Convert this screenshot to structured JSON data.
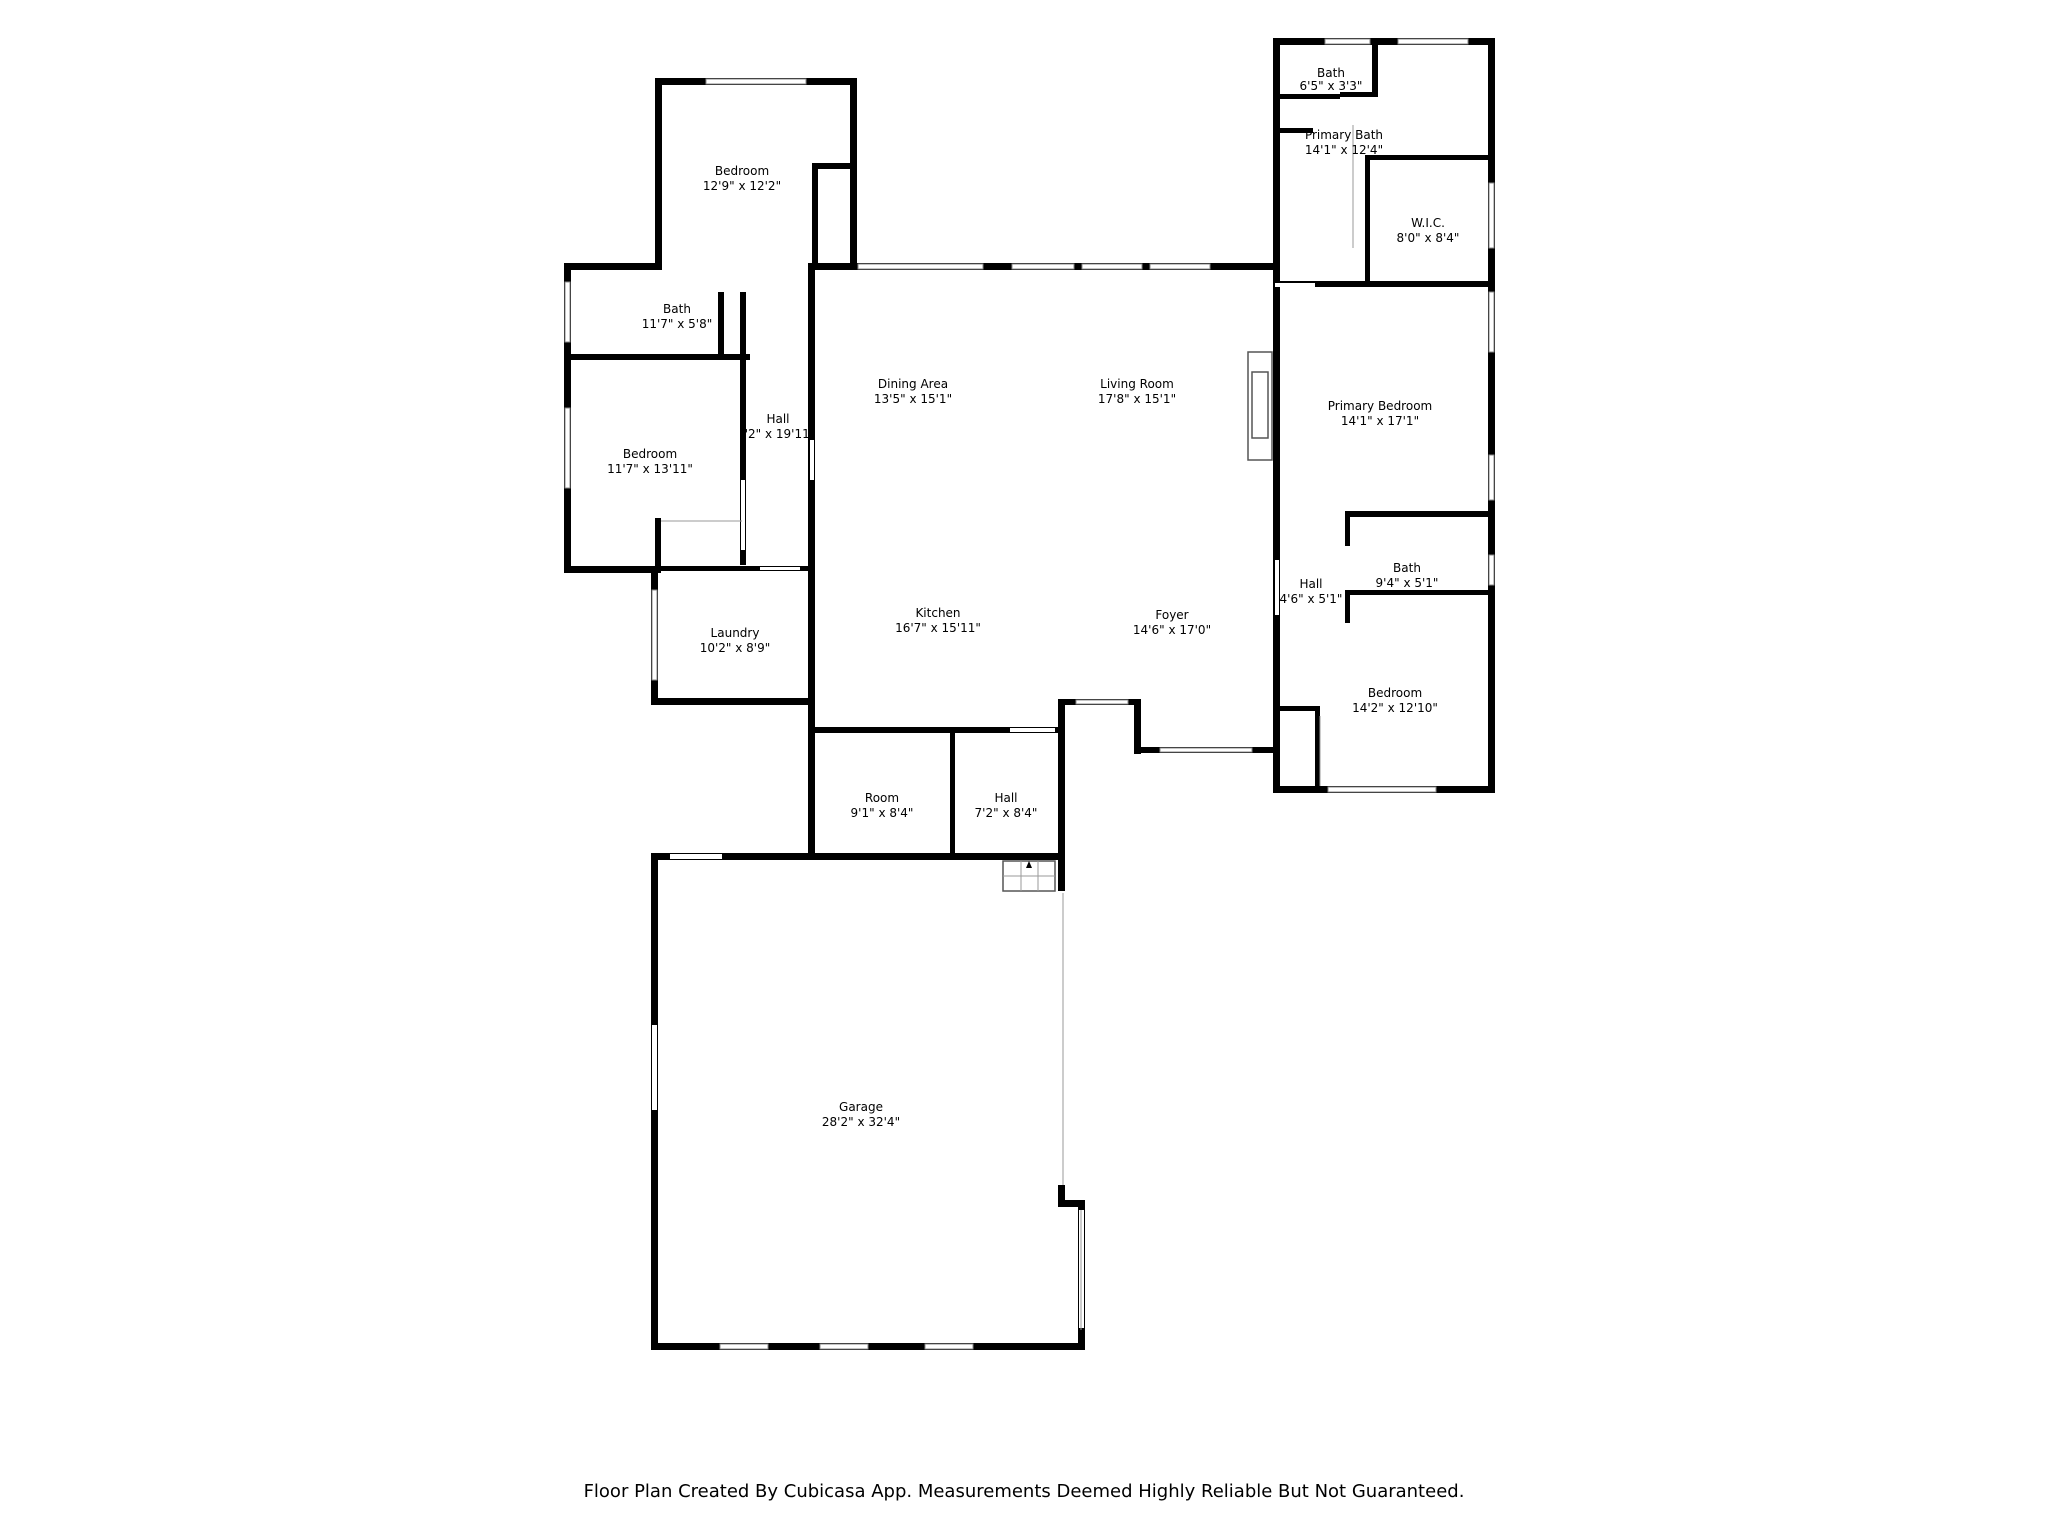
{
  "rooms": [
    {
      "id": "bedroom-nw",
      "name": "Bedroom",
      "dims": "12'9\" x 12'2\""
    },
    {
      "id": "bath-west",
      "name": "Bath",
      "dims": "11'7\" x 5'8\""
    },
    {
      "id": "bedroom-west",
      "name": "Bedroom",
      "dims": "11'7\" x 13'11\""
    },
    {
      "id": "hall-west",
      "name": "Hall",
      "dims": "'2\" x 19'11\""
    },
    {
      "id": "laundry",
      "name": "Laundry",
      "dims": "10'2\" x 8'9\""
    },
    {
      "id": "dining-area",
      "name": "Dining Area",
      "dims": "13'5\" x 15'1\""
    },
    {
      "id": "living-room",
      "name": "Living Room",
      "dims": "17'8\" x 15'1\""
    },
    {
      "id": "kitchen",
      "name": "Kitchen",
      "dims": "16'7\" x 15'11\""
    },
    {
      "id": "foyer",
      "name": "Foyer",
      "dims": "14'6\" x 17'0\""
    },
    {
      "id": "room",
      "name": "Room",
      "dims": "9'1\" x 8'4\""
    },
    {
      "id": "hall-south",
      "name": "Hall",
      "dims": "7'2\" x 8'4\""
    },
    {
      "id": "garage",
      "name": "Garage",
      "dims": "28'2\" x 32'4\""
    },
    {
      "id": "bath-ne",
      "name": "Bath",
      "dims": "6'5\" x 3'3\""
    },
    {
      "id": "primary-bath",
      "name": "Primary Bath",
      "dims": "14'1\" x 12'4\""
    },
    {
      "id": "wic",
      "name": "W.I.C.",
      "dims": "8'0\" x 8'4\""
    },
    {
      "id": "primary-bedroom",
      "name": "Primary Bedroom",
      "dims": "14'1\" x 17'1\""
    },
    {
      "id": "hall-east",
      "name": "Hall",
      "dims": "4'6\" x 5'1\""
    },
    {
      "id": "bath-east",
      "name": "Bath",
      "dims": "9'4\" x 5'1\""
    },
    {
      "id": "bedroom-se",
      "name": "Bedroom",
      "dims": "14'2\" x 12'10\""
    }
  ],
  "footer": "Floor Plan Created By Cubicasa App. Measurements Deemed Highly Reliable But Not Guaranteed."
}
